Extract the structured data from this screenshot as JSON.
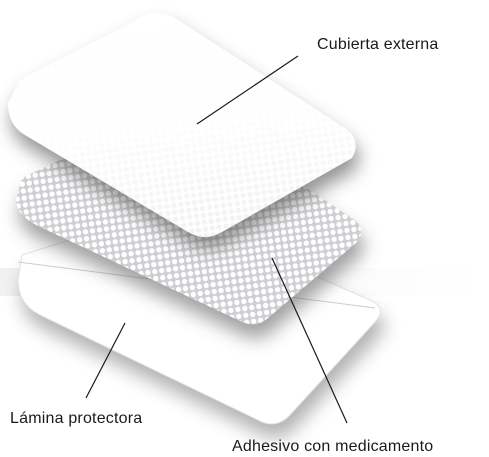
{
  "labels": {
    "outer_cover": "Cubierta externa",
    "adhesive_layer": "Adhesivo con medicamento",
    "release_liner": "Lámina protectora"
  },
  "colors": {
    "background": "#ffffff",
    "layer_fill": "#ffffff",
    "dot_fill": "#b9b9bd",
    "shadow": "#6b6b6b",
    "leader_line": "#1a1a1a",
    "text": "#1a1a1a"
  }
}
